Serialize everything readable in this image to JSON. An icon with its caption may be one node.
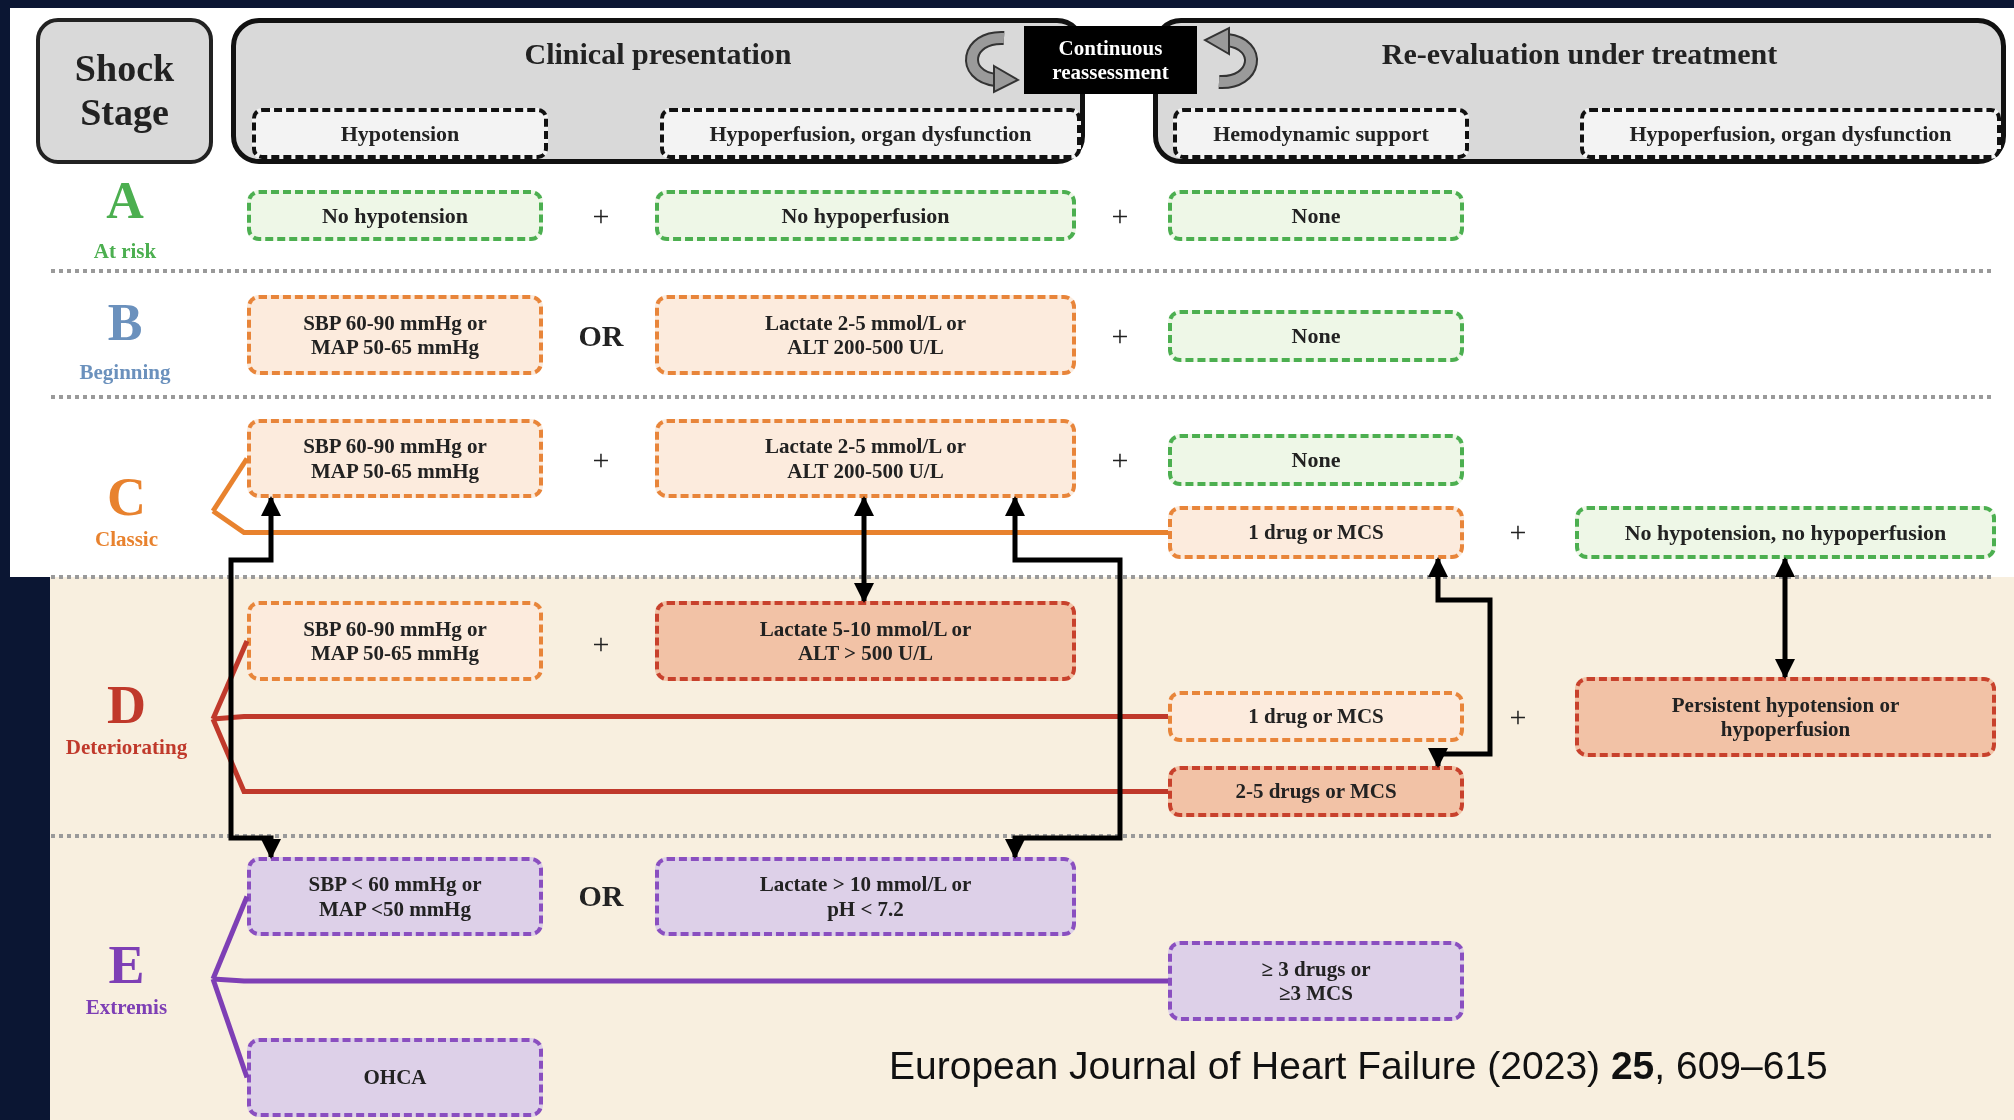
{
  "diagram": {
    "caption": "European Journal of Heart Failure (2023) **25**, 609–615",
    "nodes": [
      {
        "text": [
          "Shock Stage"
        ]
      },
      {
        "text": [
          "Clinical presentation"
        ]
      },
      {
        "text": [
          "Hypotension"
        ],
        "in": 1
      },
      {
        "text": [
          "Hypoperfusion, organ dysfunction"
        ],
        "in": 1
      },
      {
        "text": [
          "Continuous reassessment"
        ]
      },
      {
        "text": [
          "Re-evaluation under treatment"
        ]
      },
      {
        "text": [
          "Hemodynamic support"
        ],
        "in": 5
      },
      {
        "text": [
          "Hypoperfusion, organ dysfunction"
        ],
        "in": 5
      },
      {
        "text": [
          "No hypotension"
        ]
      },
      {
        "text": [
          "No hypoperfusion"
        ]
      },
      {
        "text": [
          "None"
        ]
      },
      {
        "text": [
          "SBP 60-90 mmHg or MAP 50-65 mmHg"
        ]
      },
      {
        "text": [
          "Lactate 2-5 mmol/L or ALT 200-500 U/L"
        ]
      },
      {
        "text": [
          "None"
        ]
      },
      {
        "text": [
          "C",
          "Classic"
        ]
      },
      {
        "text": [
          "SBP 60-90 mmHg or MAP 50-65 mmHg"
        ]
      },
      {
        "text": [
          "Lactate 2-5 mmol/L or ALT 200-500 U/L"
        ]
      },
      {
        "text": [
          "None"
        ]
      },
      {
        "text": [
          "1 drug or MCS"
        ]
      },
      {
        "text": [
          "No hypotension, no hypoperfusion"
        ]
      },
      {
        "text": [
          "D",
          "Deteriorating"
        ]
      },
      {
        "text": [
          "SBP 60-90 mmHg or MAP 50-65 mmHg"
        ]
      },
      {
        "text": [
          "Lactate 5-10 mmol/L or ALT > 500 U/L"
        ]
      },
      {
        "text": [
          "1 drug or MCS"
        ]
      },
      {
        "text": [
          "Persistent hypotension or hypoperfusion"
        ]
      },
      {
        "text": [
          "2-5 drugs or MCS"
        ]
      },
      {
        "text": [
          "E",
          "Extremis"
        ]
      },
      {
        "text": [
          "SBP < 60 mmHg or MAP <50 mmHg"
        ]
      },
      {
        "text": [
          "Lactate > 10 mmol/L or pH < 7.2"
        ]
      },
      {
        "text": [
          "≥ 3 drugs or ≥3 MCS"
        ]
      },
      {
        "text": [
          "OHCA"
        ]
      }
    ],
    "edges": [
      {
        "from": 14,
        "to": 15,
        "arrow": "none",
        "color": "#e8822e"
      },
      {
        "from": 14,
        "to": 18,
        "arrow": "none",
        "color": "#e8822e"
      },
      {
        "from": 20,
        "to": 21,
        "arrow": "none",
        "color": "#c0392b"
      },
      {
        "from": 20,
        "to": 23,
        "arrow": "none",
        "color": "#c0392b"
      },
      {
        "from": 20,
        "to": 25,
        "arrow": "none",
        "color": "#c0392b"
      },
      {
        "from": 26,
        "to": 27,
        "arrow": "none",
        "color": "#7e3fb5"
      },
      {
        "from": 26,
        "to": 29,
        "arrow": "none",
        "color": "#7e3fb5"
      },
      {
        "from": 26,
        "to": 30,
        "arrow": "none",
        "color": "#7e3fb5"
      },
      {
        "from": 15,
        "to": 27,
        "arrow": "both"
      },
      {
        "from": 16,
        "to": 22,
        "arrow": "both"
      },
      {
        "from": 16,
        "to": 28,
        "arrow": "both"
      },
      {
        "from": 18,
        "to": 25,
        "arrow": "both"
      },
      {
        "from": 19,
        "to": 24,
        "arrow": "both"
      }
    ],
    "labels": [
      "A",
      "At risk",
      "+",
      "+",
      "B",
      "Beginning",
      "OR",
      "+",
      "+",
      "+",
      "+",
      "+",
      "+",
      "OR"
    ]
  }
}
